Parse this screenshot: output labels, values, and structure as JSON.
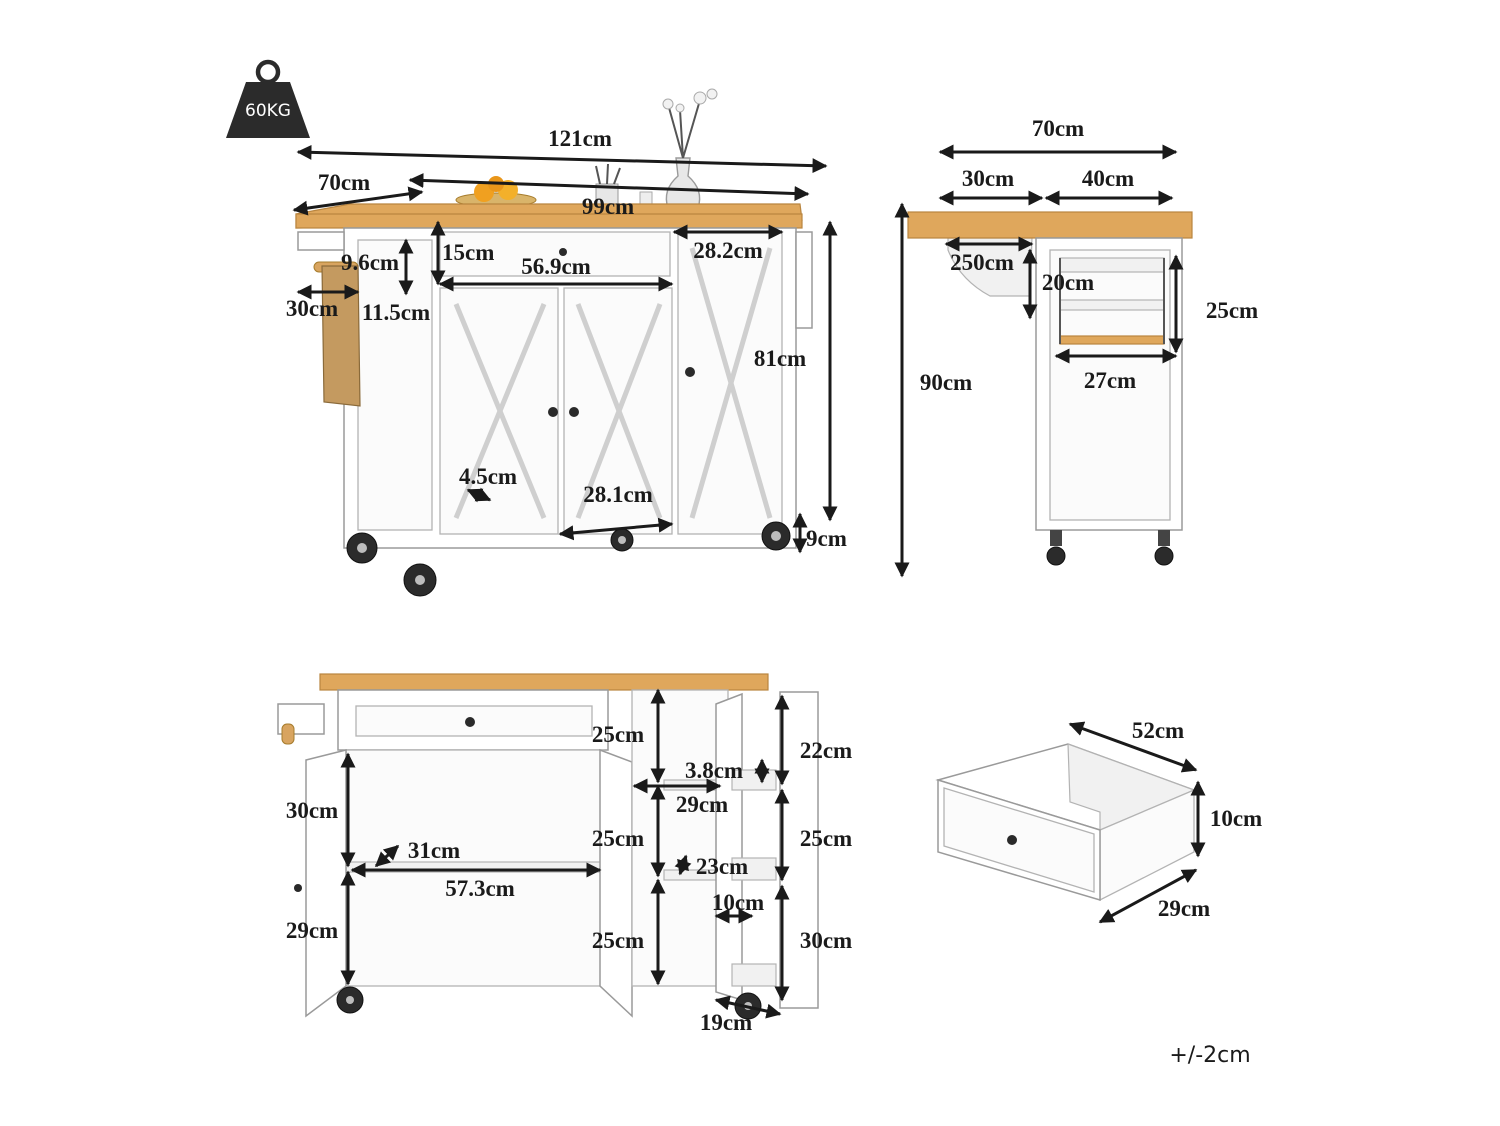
{
  "weight_badge": {
    "label": "60KG",
    "icon": "weight-icon",
    "color": "#2b2b2b"
  },
  "tolerance": "+/-2cm",
  "front_view": {
    "total_width": "121cm",
    "drop_leaf_width": "70cm",
    "top_depth": "99cm",
    "drawer_height": "15cm",
    "drawer_width": "56.9cm",
    "side_door_width": "28.2cm",
    "towel_bar_gap": "9.6cm",
    "towel_bar_length": "30cm",
    "towel_bar_offset": "11.5cm",
    "body_height": "81cm",
    "knob_size": "4.5cm",
    "door_width": "28.1cm",
    "wheel_height": "9cm"
  },
  "side_view": {
    "total_depth": "70cm",
    "leaf_depth": "30cm",
    "fixed_depth": "40cm",
    "leaf_drop": "250cm",
    "rack_gap": "20cm",
    "rack_height": "25cm",
    "rack_width": "27cm",
    "total_height": "90cm"
  },
  "open_view": {
    "left_upper_height": "30cm",
    "shelf_depth": "31cm",
    "left_lower_height": "29cm",
    "inner_width": "57.3cm",
    "inner_upper_height": "25cm",
    "inner_mid_height": "25cm",
    "inner_lower_height": "25cm",
    "shelf_rail_height": "3.8cm",
    "shelf_width": "29cm",
    "shelf_step": "23cm",
    "door_rack_depth": "10cm",
    "door_rack_width": "19cm",
    "door_upper_height": "22cm",
    "door_mid_height": "25cm",
    "door_lower_height": "30cm"
  },
  "drawer_view": {
    "depth": "52cm",
    "height": "10cm",
    "width": "29cm"
  }
}
